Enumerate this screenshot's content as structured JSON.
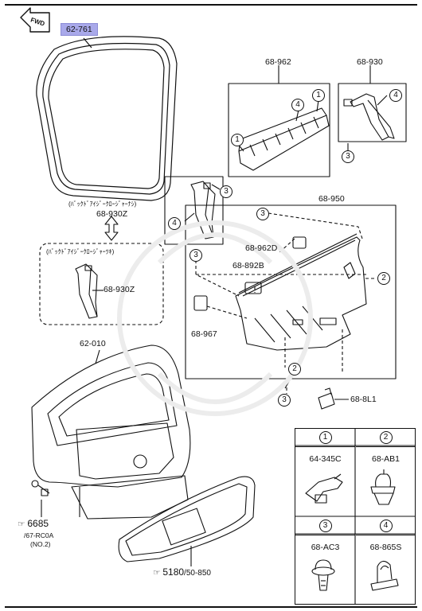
{
  "fwd_label": "FWD",
  "parts": {
    "weatherstrip": "62-761",
    "trim_upper": "68-962",
    "trim_side": "68-930",
    "trim_main": "68-950",
    "trim_side_z": "68-930Z",
    "grip": "68-962D",
    "cover": "68-892B",
    "plug": "68-967",
    "door": "62-010",
    "clip_8l1": "68-8L1"
  },
  "notes": {
    "without_closer": "(ﾊﾞｯｸﾄﾞｱｲｼﾞｰｸﾛｰｼﾞｬｰﾅｼ)",
    "with_closer": "(ﾊﾞｯｸﾄﾞｱｲｼﾞｰｸﾛｰｼﾞｬｰﾂｷ)"
  },
  "refs": {
    "ref_6685": "6685",
    "ref_67rc0a": "/67-RC0A",
    "ref_no2": "(NO.2)",
    "ref_5180": "5180",
    "ref_50850": "/50-850"
  },
  "callouts": {
    "c1": "1",
    "c2": "2",
    "c3": "3",
    "c4": "4"
  },
  "legend": [
    {
      "num": "1",
      "part": "64-345C"
    },
    {
      "num": "2",
      "part": "68-AB1"
    },
    {
      "num": "3",
      "part": "68-AC3"
    },
    {
      "num": "4",
      "part": "68-865S"
    }
  ]
}
